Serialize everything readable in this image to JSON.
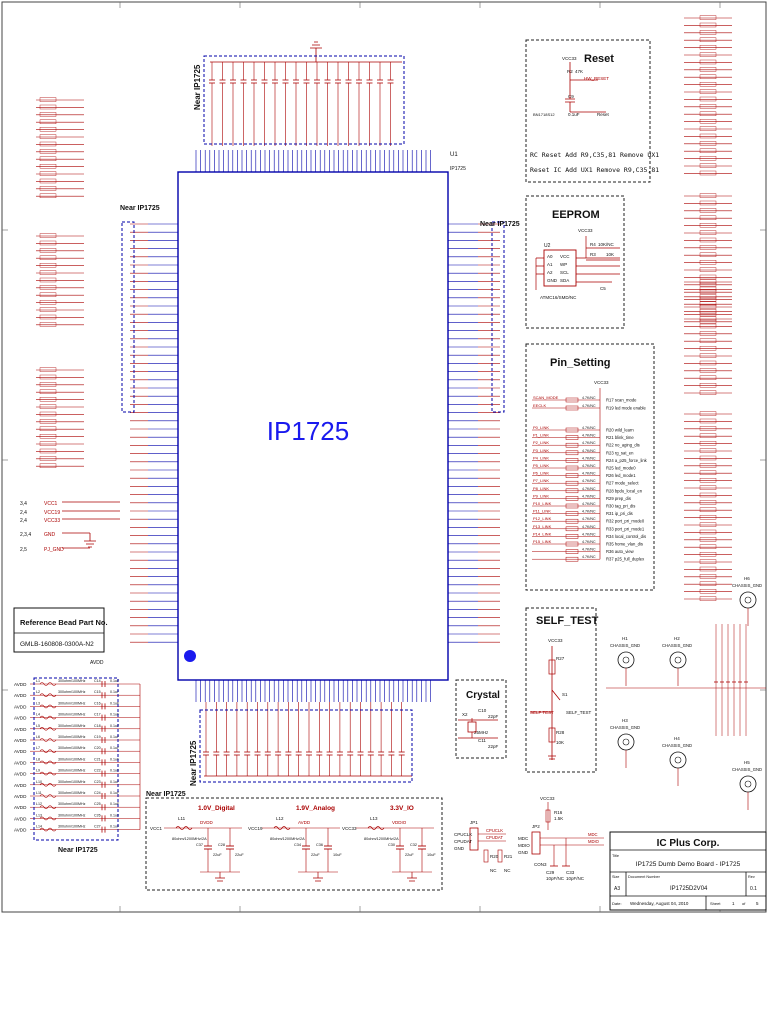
{
  "sheet": {
    "chip_name": "IP1725",
    "chip_ref": "U1",
    "chip_value": "IP1725"
  },
  "notes": {
    "near_top": "Near IP1725",
    "near_left": "Near IP1725",
    "near_right": "Near IP1725",
    "near_bottom_left": "Near IP1725",
    "near_bottom": "Near IP1725",
    "near_avdd": "Near IP1725"
  },
  "reset": {
    "title": "Reset",
    "vcc": "VCC33",
    "r_label": "R2",
    "r_value": "47K",
    "net": "HW_RESET",
    "c_label": "C9",
    "c_value": "0.1uF",
    "ic_label": "BN1718S12",
    "reset_net": "Reset",
    "line1": "RC Reset  Add R9,C35,81  Remove UX1",
    "line2": "Reset IC  Add UX1  Remove R9,C35,81"
  },
  "eeprom": {
    "title": "EEPROM",
    "vcc": "VCC33",
    "ref": "U2",
    "part": "ATMC16/SMD/NC",
    "pins": [
      "A0",
      "A1",
      "A2",
      "GND"
    ],
    "pins_r": [
      "VCC",
      "WP",
      "SCL",
      "SDA"
    ],
    "r1": "R4",
    "r1v": "10K/NC",
    "r2": "R3",
    "r2v": "10K",
    "c": "C5"
  },
  "pin_setting": {
    "title": "Pin_Setting",
    "vcc": "VCC33",
    "rows": [
      "R17 scan_mode",
      "R19 led mode enable",
      "R20 wild_learn",
      "R21 blink_time",
      "R22 no_aging_dis",
      "R23 rg_sat_en",
      "R24 a_p25_force_link",
      "R25 led_mode0",
      "R26 led_mode1",
      "R27 mode_select",
      "R28 bpdu_local_en",
      "R29 prep_dis",
      "R30 tag_pri_dis",
      "R31 ip_pri_dis",
      "R32 port_pri_mode0",
      "R33 port_pri_mode1",
      "R34 local_control_dis",
      "R35 home_vlan_dis",
      "R36 auto_view",
      "R37 p25_full_duplex"
    ],
    "left_nets": [
      "SCAN_MODE",
      "EECLK",
      "P0_LINK",
      "P1_LINK",
      "P2_LINK",
      "P3_LINK",
      "P4_LINK",
      "P5_LINK",
      "P6_LINK",
      "P7_LINK",
      "P8_LINK",
      "P9_LINK",
      "P10_LINK",
      "P11_LINK",
      "P12_LINK",
      "P13_LINK",
      "P14_LINK",
      "P15_LINK"
    ],
    "res_value": "4.7K/NC"
  },
  "self_test": {
    "title": "SELF_TEST",
    "vcc": "VCC33",
    "r1": "R27",
    "s": "S1",
    "net": "SELF TEST",
    "net2": "SELF_TEST",
    "r2": "R28",
    "r2v": "10K"
  },
  "crystal": {
    "title": "Crystal",
    "ref": "X2",
    "freq": "25MHz",
    "c1": "C10",
    "c1v": "22pF",
    "c2": "C11",
    "c2v": "22pF"
  },
  "chassis": {
    "h1": "H1",
    "h1n": "CHASSIS_GND",
    "h2": "H2",
    "h2n": "CHASSIS_GND",
    "h3": "H3",
    "h3n": "CHASSIS_GND",
    "h4": "H4",
    "h4n": "CHASSIS_GND",
    "h5": "H5",
    "h5n": "CHASSIS_GND",
    "h6": "H6",
    "h6n": "CHASSIS_GND"
  },
  "reference_bead": {
    "title": "Reference Bead Part No.",
    "part": "GMLB-160808-0300A-N2"
  },
  "avdd": {
    "net": "AVDD",
    "rows": [
      "AVDD",
      "AVDD",
      "AVDD",
      "AVDD",
      "AVDD",
      "AVDD",
      "AVDD",
      "AVDD",
      "AVDD",
      "AVDD",
      "AVDD",
      "AVDD",
      "AVDD",
      "AVDD"
    ],
    "bead": "300ohm/100MHz",
    "cap": "0.1uF",
    "refs_l": [
      "L1",
      "L2",
      "L3",
      "L4",
      "L5",
      "L6",
      "L7",
      "L8",
      "L9",
      "L10",
      "L11",
      "L12",
      "L13",
      "L14"
    ],
    "refs_c": [
      "C14",
      "C15",
      "C16",
      "C17",
      "C18",
      "C19",
      "C20",
      "C21",
      "C22",
      "C23",
      "C24",
      "C25",
      "C26",
      "C27"
    ]
  },
  "power": {
    "d1_title": "1.0V_Digital",
    "d1_in": "VCC1",
    "d1_ref": "L11",
    "d1_net": "DVDD",
    "d1_bead": "80ohm/1200MHz/2A",
    "d1_c1": "C37",
    "d1_c1v": "22uF",
    "d1_c2": "C28",
    "d1_c2v": "22uF",
    "a_title": "1.9V_Analog",
    "a_in": "VCC19",
    "a_ref": "L12",
    "a_net": "AVDD",
    "a_bead": "80ohm/1200MHz/2A",
    "a_c1": "C34",
    "a_c1v": "22uF",
    "a_c2": "C36",
    "a_c2v": "10uF",
    "io_title": "3.3V_IO",
    "io_in": "VCC33",
    "io_ref": "L13",
    "io_net": "VDDIO",
    "io_bead": "80ohm/1200MHz/2A",
    "io_c1": "C30",
    "io_c1v": "22uF",
    "io_c2": "C32",
    "io_c2v": "10uF"
  },
  "cpu": {
    "j1": "JP1",
    "cpuclk": "CPUCLK",
    "cpudat": "CPUDAT",
    "gnd": "GND",
    "r1": "R20",
    "r1v": "NC",
    "r2": "R21",
    "r2v": "NC",
    "vcc": "VCC33",
    "j2": "JP2",
    "mdc": "MDC",
    "mdio": "MDIO",
    "gnd2": "GND",
    "r3": "R16",
    "r3v": "1.5K",
    "mdc_r": "MDC",
    "mdio_r": "MDIO",
    "c1": "C29",
    "c1v": "10pF/NC",
    "c2": "C33",
    "c2v": "10pF/NC",
    "con": "CON3"
  },
  "power_nets": {
    "vcc1": "VCC1",
    "vcc19": "VCC19",
    "vcc33": "VCC33",
    "gnd": "GND",
    "pjgnd": "PJ_GND",
    "n1": "3,4",
    "n2": "2,4",
    "n3": "2,4",
    "n4": "2,3,4",
    "n5": "2,5"
  },
  "title_block": {
    "company": "IC Plus Corp.",
    "title_label": "Title",
    "title": "IP1725 Dumb Demo Board - IP1725",
    "size_label": "Size",
    "size": "A3",
    "doc_label": "Document Number",
    "doc": "IP1725D2V04",
    "rev_label": "Rev",
    "rev": "0.1",
    "date_label": "Date:",
    "date": "Wednesday, August 04, 2010",
    "sheet_label": "Sheet",
    "sheet": "1",
    "of_label": "of",
    "of": "5"
  }
}
